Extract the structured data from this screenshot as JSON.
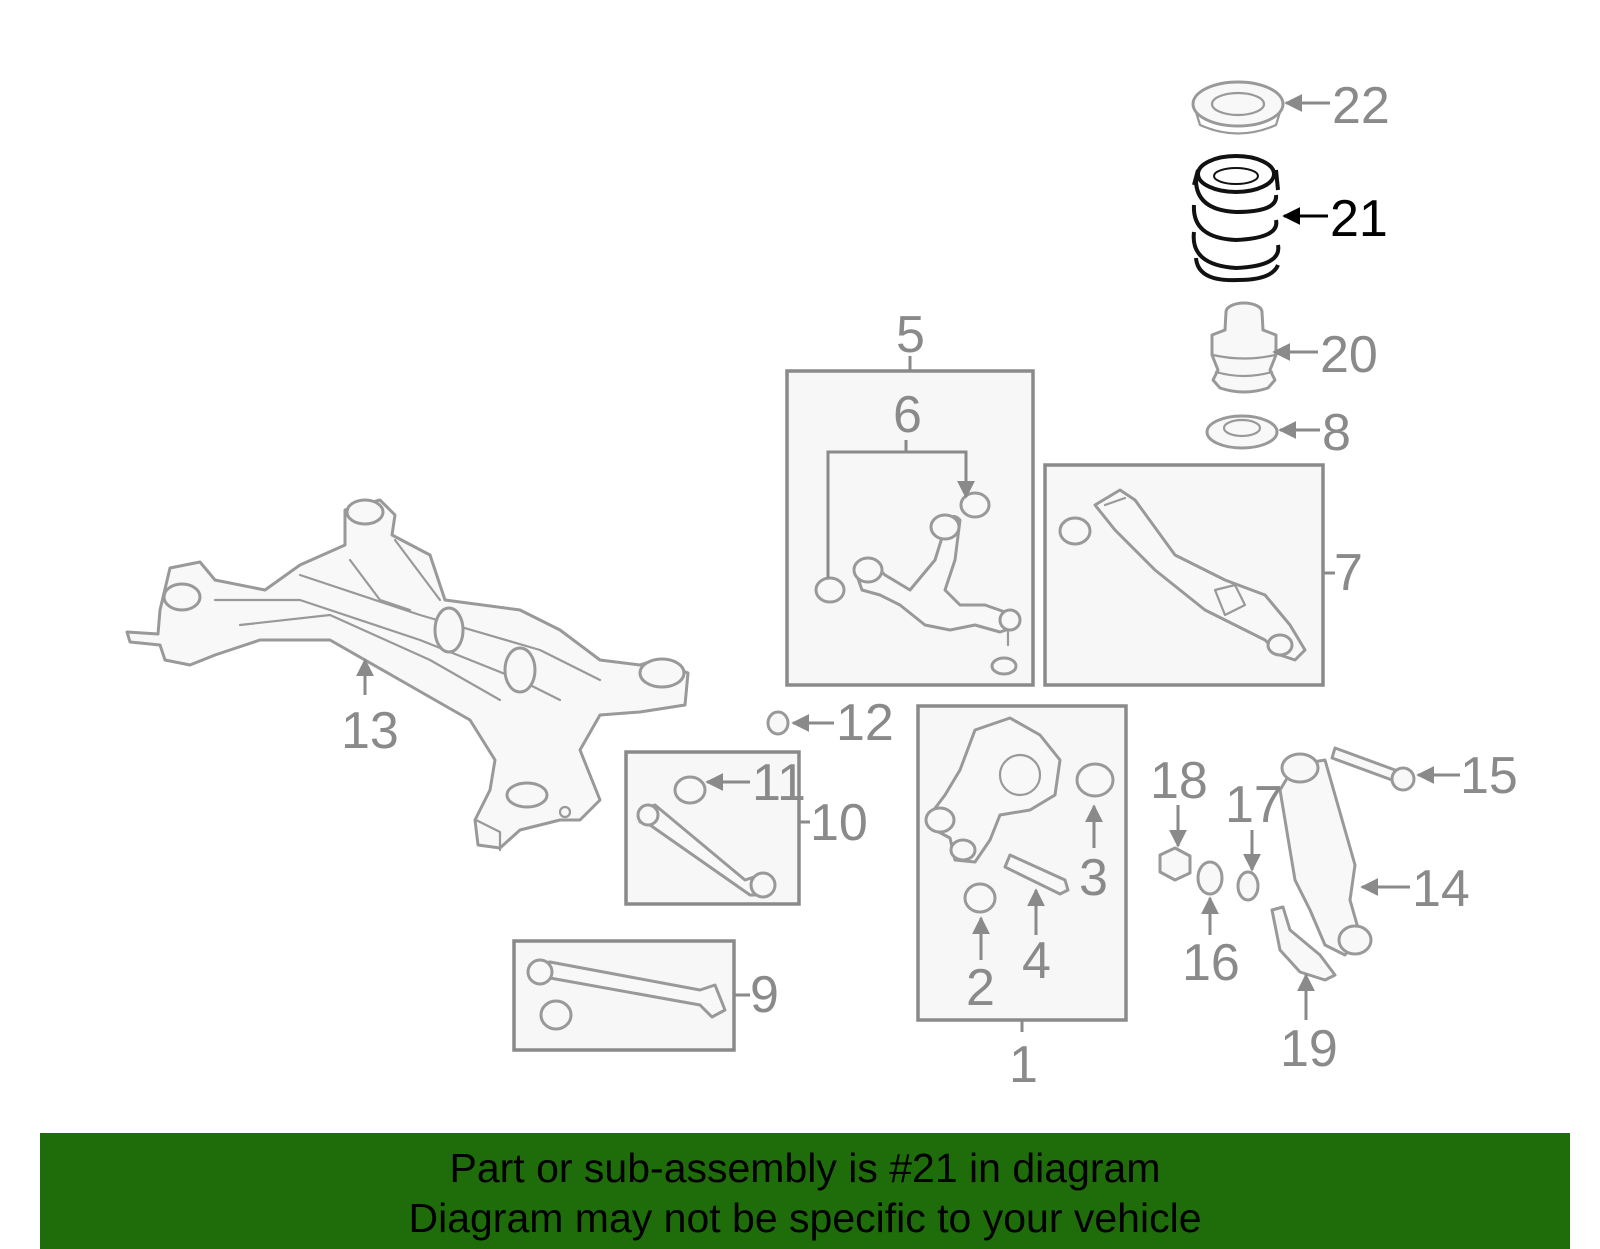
{
  "callouts": {
    "c1": "1",
    "c2": "2",
    "c3": "3",
    "c4": "4",
    "c5": "5",
    "c6": "6",
    "c7": "7",
    "c8": "8",
    "c9": "9",
    "c10": "10",
    "c11": "11",
    "c12": "12",
    "c13": "13",
    "c14": "14",
    "c15": "15",
    "c16": "16",
    "c17": "17",
    "c18": "18",
    "c19": "19",
    "c20": "20",
    "c21": "21",
    "c22": "22"
  },
  "highlight": {
    "part": "21",
    "color": "#1f6d0a"
  },
  "banner": {
    "line1": "Part or sub-assembly is #21 in diagram",
    "line2": "Diagram may not be specific to your vehicle",
    "color": "#1f6d0a"
  }
}
